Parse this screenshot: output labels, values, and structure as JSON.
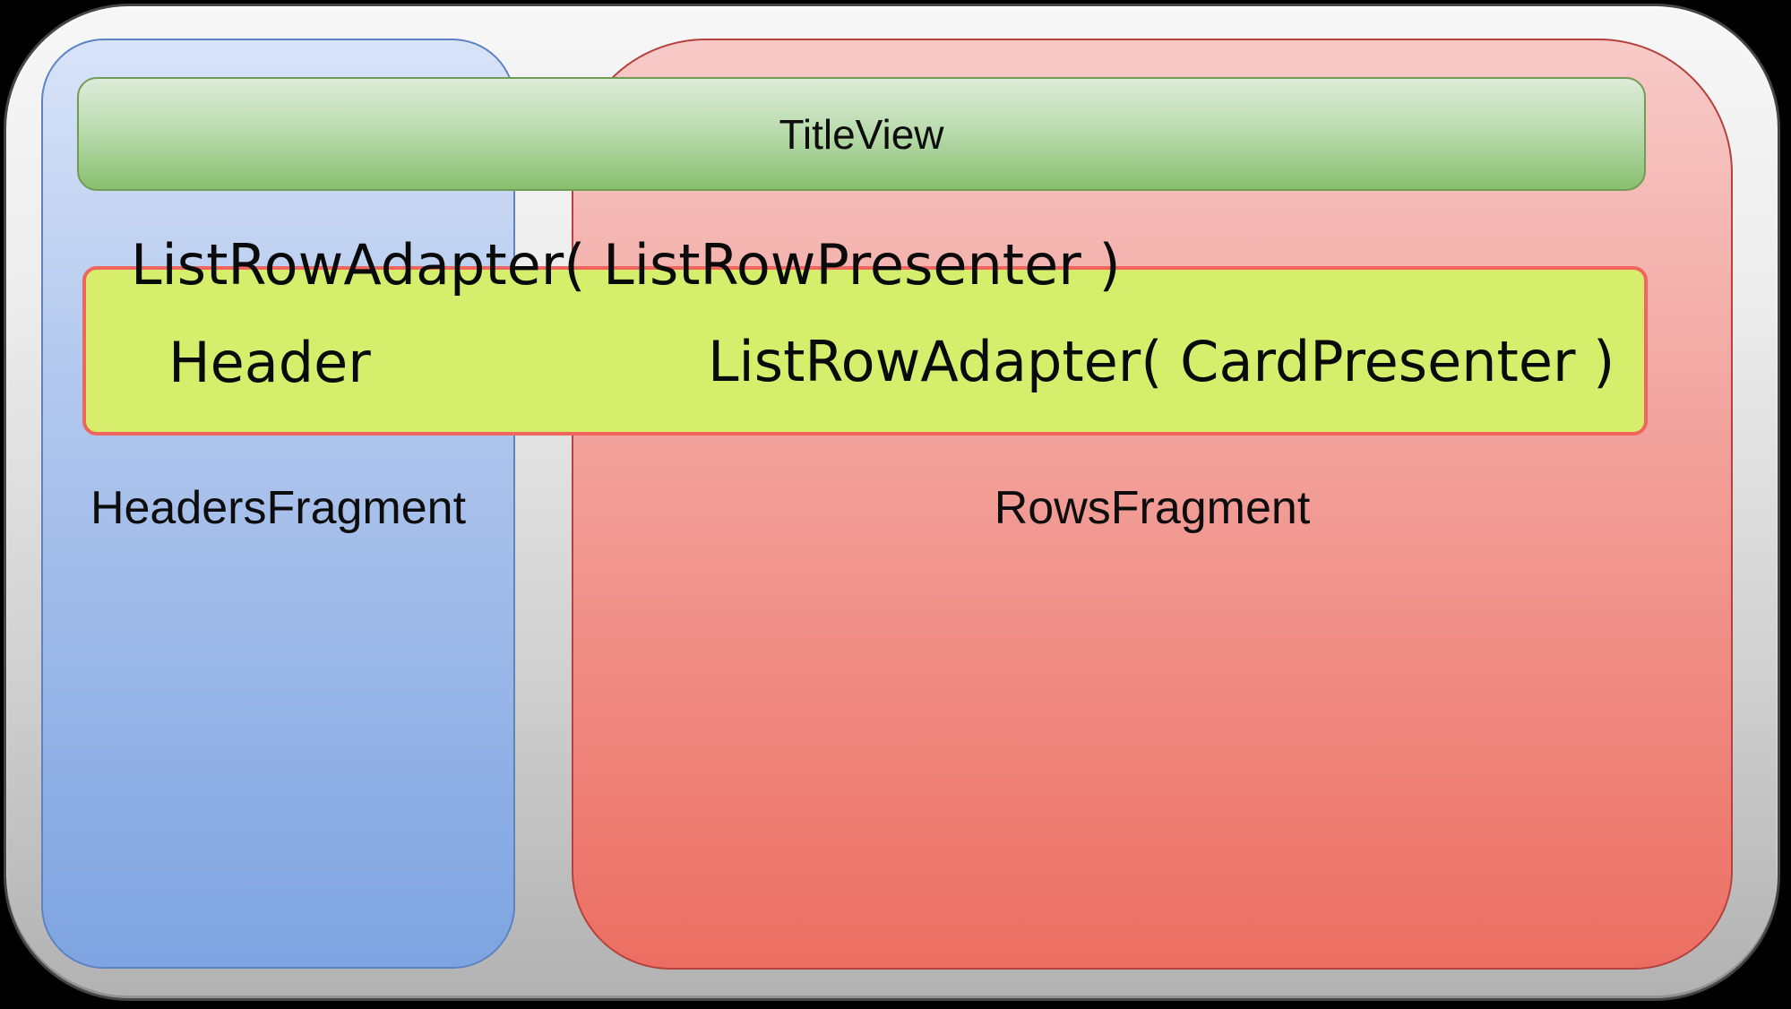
{
  "diagram": {
    "title_view_label": "TitleView",
    "headers_fragment_label": "HeadersFragment",
    "rows_fragment_label": "RowsFragment",
    "list_row_adapter_line": "ListRowAdapter( ListRowPresenter )",
    "header_cell_label": "Header",
    "card_adapter_cell_label": "ListRowAdapter( CardPresenter )"
  },
  "colors": {
    "background": "#000000",
    "frame_fill_top": "#f7f7f7",
    "frame_fill_bottom": "#b2b2b2",
    "frame_border": "#454545",
    "headers_fill_top": "#d8e3f8",
    "headers_fill_bottom": "#7ea4e1",
    "headers_border": "#5c84c2",
    "rows_fill_top": "#f7cac8",
    "rows_fill_bottom": "#ec6e62",
    "rows_border": "#b5423d",
    "title_fill_top": "#ddebd9",
    "title_fill_bottom": "#88c06f",
    "title_border": "#6f9d55",
    "adapter_fill": "#d7ee6d",
    "adapter_border": "#f0665f",
    "text": "#0a0a0a"
  }
}
